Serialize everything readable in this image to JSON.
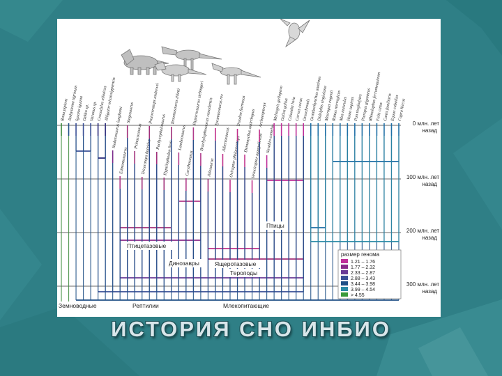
{
  "slide": {
    "title": "ИСТОРИЯ СНО ИНБИО",
    "background_color": "#2f7f86"
  },
  "diagram": {
    "species": [
      {
        "name": "Rana pipiens",
        "color": "#3a8a3a"
      },
      {
        "name": "Ambystoma tigrinum",
        "color": "#1f4f86"
      },
      {
        "name": "Iguana iguana",
        "color": "#3a4f96"
      },
      {
        "name": "Gekko sp.",
        "color": "#3a4f96"
      },
      {
        "name": "Varanus sp.",
        "color": "#3a4f96"
      },
      {
        "name": "Crocodylus niloticus",
        "color": "#2a2a7a"
      },
      {
        "name": "Alligator mississippiensis",
        "color": "#2a2a7a"
      },
      {
        "name": "Stokesosaurus langhami",
        "color": "#7a2a8a"
      },
      {
        "name": "Edmontosaurus",
        "color": "#b03a8a"
      },
      {
        "name": "Stegosaurus",
        "color": "#a0307a"
      },
      {
        "name": "Psittacosaurus",
        "color": "#a0307a"
      },
      {
        "name": "Triceratops horridus",
        "color": "#a0307a"
      },
      {
        "name": "Protoceratops andrewsi",
        "color": "#a0307a"
      },
      {
        "name": "Pachycephalosaurus",
        "color": "#a0307a"
      },
      {
        "name": "Hypsilophodon foxii",
        "color": "#a0307a"
      },
      {
        "name": "Tenontosaurus tilletti",
        "color": "#a0307a"
      },
      {
        "name": "Lambeosaurus",
        "color": "#b03a8a"
      },
      {
        "name": "Corythosaurus",
        "color": "#b03a8a"
      },
      {
        "name": "Hypacrosaurus stebingeri",
        "color": "#b03a8a"
      },
      {
        "name": "Brachylophosaurus canadensis",
        "color": "#b03a8a"
      },
      {
        "name": "Allosaurus",
        "color": "#a0307a"
      },
      {
        "name": "Tyrannosaurus rex",
        "color": "#c0308a"
      },
      {
        "name": "Albertosaurus",
        "color": "#c0308a"
      },
      {
        "name": "Oviraptor philoceratops",
        "color": "#c0308a"
      },
      {
        "name": "Troodon formosus",
        "color": "#c0308a"
      },
      {
        "name": "Deinonychus antirrhopus",
        "color": "#c0308a"
      },
      {
        "name": "Velociraptor mongoliensis",
        "color": "#c0308a"
      },
      {
        "name": "Archaeopteryx",
        "color": "#c0308a"
      },
      {
        "name": "Struthio camelus",
        "color": "#c0309a"
      },
      {
        "name": "Meleagris gallopavo",
        "color": "#c0309a"
      },
      {
        "name": "Gallus gallus",
        "color": "#c0309a"
      },
      {
        "name": "Columba livia",
        "color": "#c0309a"
      },
      {
        "name": "Corvus corax",
        "color": "#c0309a"
      },
      {
        "name": "Oreochromis",
        "color": "#c0309a"
      },
      {
        "name": "Ornithorhynchus anatinus",
        "color": "#1f6fa6"
      },
      {
        "name": "Didelphis virginiana",
        "color": "#1f6fa6"
      },
      {
        "name": "Macropus eugenii",
        "color": "#1f6fa6"
      },
      {
        "name": "Rattus norvegicus",
        "color": "#1f6fa6"
      },
      {
        "name": "Mus musculus",
        "color": "#1f6fa6"
      },
      {
        "name": "Homo sapiens",
        "color": "#1f6fa6"
      },
      {
        "name": "Pan troglodytes",
        "color": "#1f6fa6"
      },
      {
        "name": "Pteropus giganteus",
        "color": "#1f6fa6"
      },
      {
        "name": "Rhinolophus ferrumequinum",
        "color": "#1f6fa6"
      },
      {
        "name": "Felis catus",
        "color": "#1f6fa6"
      },
      {
        "name": "Canis familiaris",
        "color": "#1f6fa6"
      },
      {
        "name": "Equus caballus",
        "color": "#1f6fa6"
      },
      {
        "name": "Capra hircus",
        "color": "#1f6fa6"
      }
    ],
    "time_labels": [
      {
        "line1": "0 млн. лет",
        "line2": "назад"
      },
      {
        "line1": "100 млн. лет",
        "line2": "назад"
      },
      {
        "line1": "200 млн. лет",
        "line2": "назад"
      },
      {
        "line1": "300 млн. лет",
        "line2": "назад"
      }
    ],
    "clade_labels": {
      "amphibians": "Земноводные",
      "reptiles": "Рептилии",
      "mammals": "Млекопитающие",
      "dinosaurs": "Динозавры",
      "ornithischians": "Птицетазовые",
      "theropods": "Тероподы",
      "saurischians": "Ящеротазовые",
      "birds": "Птицы"
    },
    "legend": {
      "title": "размер генома",
      "items": [
        {
          "label": "1.21 – 1.76",
          "color": "#c0309a"
        },
        {
          "label": "1.77 – 2.32",
          "color": "#8a2a8a"
        },
        {
          "label": "2.33 – 2.87",
          "color": "#6a3a96"
        },
        {
          "label": "2.88 – 3.43",
          "color": "#3a4f96"
        },
        {
          "label": "3.44 – 3.98",
          "color": "#1f4f86"
        },
        {
          "label": "3.99 – 4.54",
          "color": "#2a8aa6"
        },
        {
          "label": "> 4.55",
          "color": "#3a9a3a"
        }
      ]
    }
  }
}
